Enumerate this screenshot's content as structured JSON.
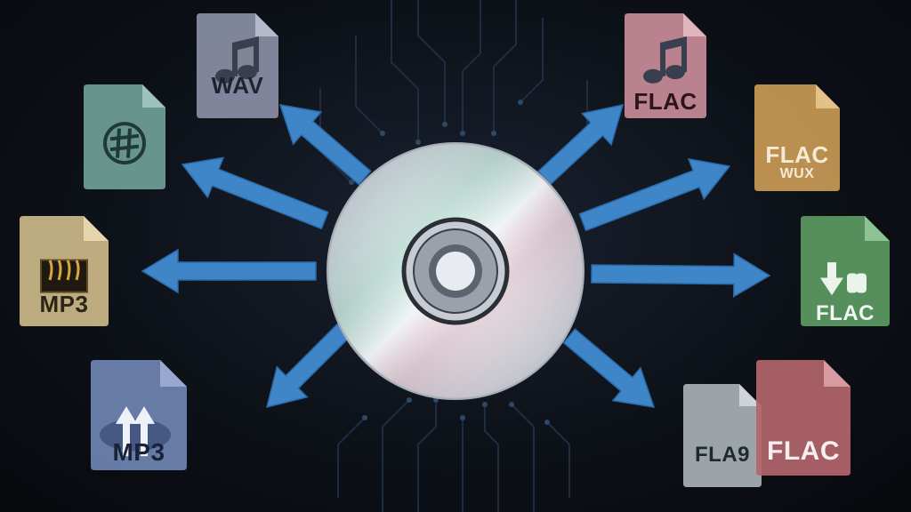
{
  "colors": {
    "background": "#0d1118",
    "arrow": "#3f86c9",
    "arrow_edge": "#2a6aa8",
    "circuit": "#2a3a52",
    "disc_silver": "#d9dde3"
  },
  "center": {
    "icon": "compact-disc-icon"
  },
  "files": [
    {
      "id": "wav-top-left",
      "label": "WAV",
      "sublabel": "",
      "icon": "music-note-icon",
      "color": "#8a8fa6",
      "fold": "#b5b9cc",
      "text_color": "#1e2330"
    },
    {
      "id": "hash-left",
      "label": "",
      "sublabel": "",
      "icon": "music-sharp-icon",
      "color": "#6f9f97",
      "fold": "#9cc4bd",
      "text_color": "#1d2f2c"
    },
    {
      "id": "mp3-left",
      "label": "MP3",
      "sublabel": "",
      "icon": "waveform-icon",
      "color": "#cdb98a",
      "fold": "#e5d6ad",
      "text_color": "#2b2515"
    },
    {
      "id": "mp3-bottom-left",
      "label": "MP3",
      "sublabel": "",
      "icon": "upload-arrows-icon",
      "color": "#6f84b3",
      "fold": "#98a8cf",
      "text_color": "#1a2238"
    },
    {
      "id": "flac-top-right",
      "label": "FLAC",
      "sublabel": "",
      "icon": "music-note-icon",
      "color": "#c98c99",
      "fold": "#e0b4bc",
      "text_color": "#2b1519"
    },
    {
      "id": "flac-right-upper",
      "label": "FLAC",
      "sublabel": "WUX",
      "icon": "none",
      "color": "#c99a55",
      "fold": "#e3c28a",
      "text_color": "#f4ead6"
    },
    {
      "id": "flac-right",
      "label": "FLAC",
      "sublabel": "",
      "icon": "download-icon",
      "color": "#5c9a62",
      "fold": "#8dc292",
      "text_color": "#f2f7f2"
    },
    {
      "id": "fla9-bottom-right",
      "label": "FLA9",
      "sublabel": "",
      "icon": "none",
      "color": "#a9b0b6",
      "fold": "#cfd4d8",
      "text_color": "#1d2a30"
    },
    {
      "id": "flac-bottom-right",
      "label": "FLAC",
      "sublabel": "",
      "icon": "none",
      "color": "#b4656d",
      "fold": "#d69aa0",
      "text_color": "#f7eef0"
    }
  ]
}
